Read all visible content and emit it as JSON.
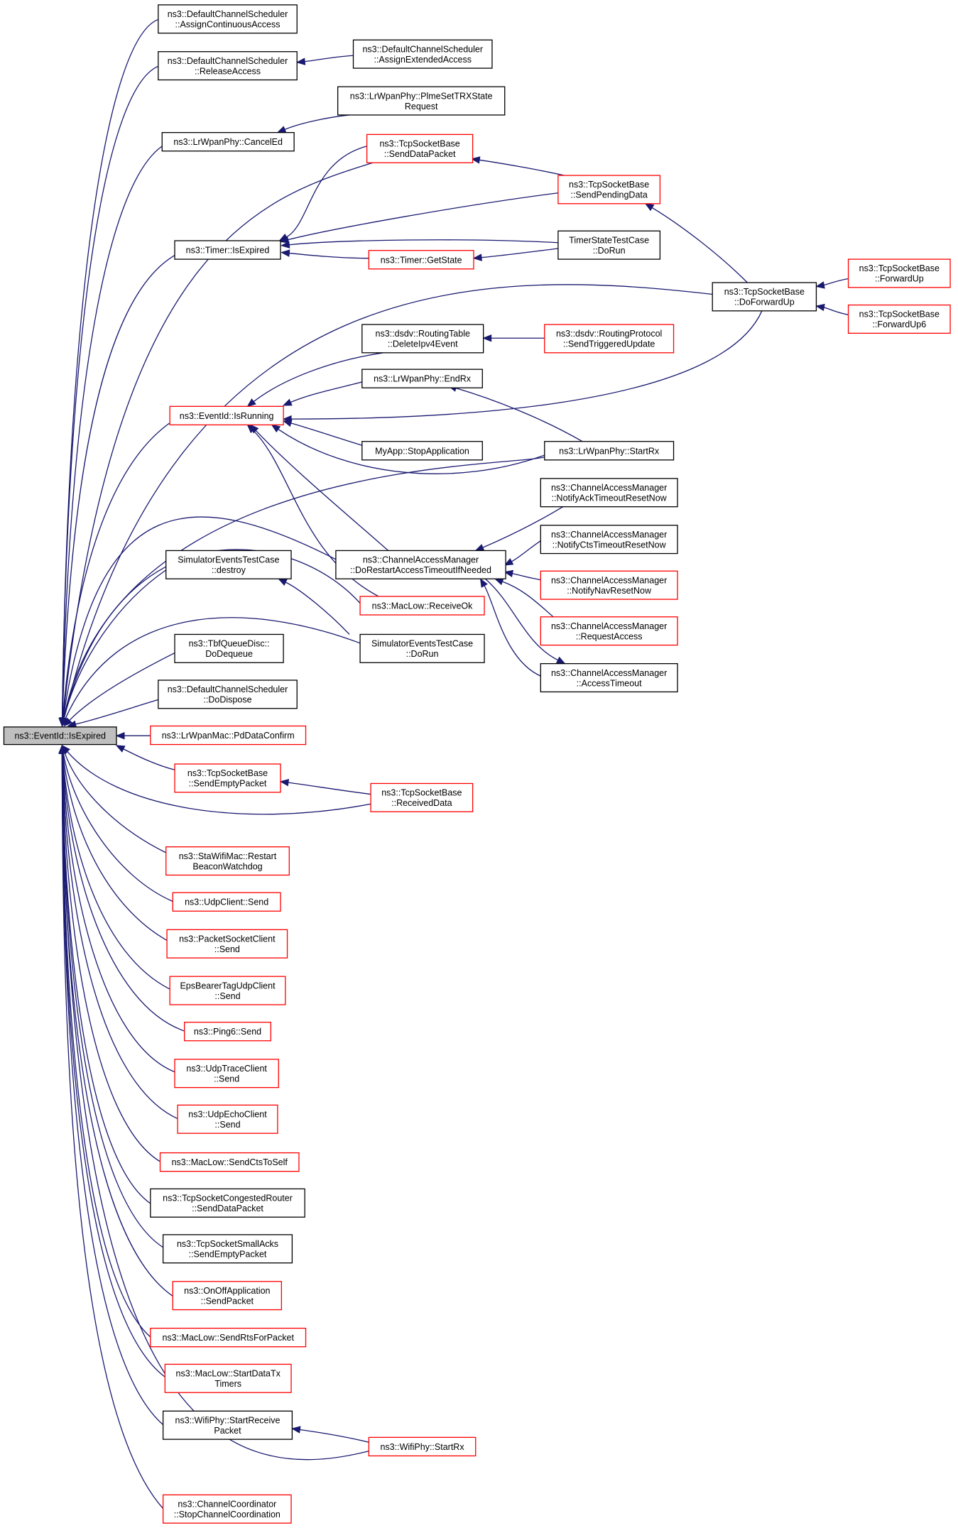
{
  "colors": {
    "edge": "#191970",
    "normal_border": "#000000",
    "truncated_border": "#ff0000",
    "focus_fill": "#bfbfbf",
    "background": "#ffffff"
  },
  "nodes": {
    "n_root": {
      "lines": [
        "ns3::EventId::IsExpired"
      ],
      "style": "focus"
    },
    "n_dcs_assigncont": {
      "lines": [
        "ns3::DefaultChannelScheduler",
        "::AssignContinuousAccess"
      ],
      "style": "normal"
    },
    "n_dcs_release": {
      "lines": [
        "ns3::DefaultChannelScheduler",
        "::ReleaseAccess"
      ],
      "style": "normal"
    },
    "n_dcs_assignext": {
      "lines": [
        "ns3::DefaultChannelScheduler",
        "::AssignExtendedAccess"
      ],
      "style": "normal"
    },
    "n_lrphy_plme": {
      "lines": [
        "ns3::LrWpanPhy::PlmeSetTRXState",
        "Request"
      ],
      "style": "normal"
    },
    "n_lrphy_cancel": {
      "lines": [
        "ns3::LrWpanPhy::CancelEd"
      ],
      "style": "normal"
    },
    "n_tcp_senddata": {
      "lines": [
        "ns3::TcpSocketBase",
        "::SendDataPacket"
      ],
      "style": "truncated"
    },
    "n_tcp_sendpending": {
      "lines": [
        "ns3::TcpSocketBase",
        "::SendPendingData"
      ],
      "style": "truncated"
    },
    "n_timer_isexpired": {
      "lines": [
        "ns3::Timer::IsExpired"
      ],
      "style": "normal"
    },
    "n_timerstate_dorun": {
      "lines": [
        "TimerStateTestCase",
        "::DoRun"
      ],
      "style": "normal"
    },
    "n_timer_getstate": {
      "lines": [
        "ns3::Timer::GetState"
      ],
      "style": "truncated"
    },
    "n_tcp_doforward": {
      "lines": [
        "ns3::TcpSocketBase",
        "::DoForwardUp"
      ],
      "style": "normal"
    },
    "n_tcp_forwardup": {
      "lines": [
        "ns3::TcpSocketBase",
        "::ForwardUp"
      ],
      "style": "truncated"
    },
    "n_tcp_forwardup6": {
      "lines": [
        "ns3::TcpSocketBase",
        "::ForwardUp6"
      ],
      "style": "truncated"
    },
    "n_dsdv_delete": {
      "lines": [
        "ns3::dsdv::RoutingTable",
        "::DeleteIpv4Event"
      ],
      "style": "normal"
    },
    "n_dsdv_sendtrig": {
      "lines": [
        "ns3::dsdv::RoutingProtocol",
        "::SendTriggeredUpdate"
      ],
      "style": "truncated"
    },
    "n_lrphy_endrx": {
      "lines": [
        "ns3::LrWpanPhy::EndRx"
      ],
      "style": "normal"
    },
    "n_eventid_isrunning": {
      "lines": [
        "ns3::EventId::IsRunning"
      ],
      "style": "truncated"
    },
    "n_myapp_stop": {
      "lines": [
        "MyApp::StopApplication"
      ],
      "style": "normal"
    },
    "n_lrphy_startrx": {
      "lines": [
        "ns3::LrWpanPhy::StartRx"
      ],
      "style": "normal"
    },
    "n_cam_ackreset": {
      "lines": [
        "ns3::ChannelAccessManager",
        "::NotifyAckTimeoutResetNow"
      ],
      "style": "normal"
    },
    "n_cam_ctsreset": {
      "lines": [
        "ns3::ChannelAccessManager",
        "::NotifyCtsTimeoutResetNow"
      ],
      "style": "normal"
    },
    "n_cam_dorestart": {
      "lines": [
        "ns3::ChannelAccessManager",
        "::DoRestartAccessTimeoutIfNeeded"
      ],
      "style": "normal"
    },
    "n_cam_navreset": {
      "lines": [
        "ns3::ChannelAccessManager",
        "::NotifyNavResetNow"
      ],
      "style": "truncated"
    },
    "n_simev_destroy": {
      "lines": [
        "SimulatorEventsTestCase",
        "::destroy"
      ],
      "style": "normal"
    },
    "n_maclow_recvok": {
      "lines": [
        "ns3::MacLow::ReceiveOk"
      ],
      "style": "truncated"
    },
    "n_cam_reqaccess": {
      "lines": [
        "ns3::ChannelAccessManager",
        "::RequestAccess"
      ],
      "style": "truncated"
    },
    "n_tbf_dequeue": {
      "lines": [
        "ns3::TbfQueueDisc::",
        "DoDequeue"
      ],
      "style": "normal"
    },
    "n_simev_dorun": {
      "lines": [
        "SimulatorEventsTestCase",
        "::DoRun"
      ],
      "style": "normal"
    },
    "n_cam_acctimeout": {
      "lines": [
        "ns3::ChannelAccessManager",
        "::AccessTimeout"
      ],
      "style": "normal"
    },
    "n_dcs_dispose": {
      "lines": [
        "ns3::DefaultChannelScheduler",
        "::DoDispose"
      ],
      "style": "normal"
    },
    "n_lrmac_pdconf": {
      "lines": [
        "ns3::LrWpanMac::PdDataConfirm"
      ],
      "style": "truncated"
    },
    "n_tcp_sendempty": {
      "lines": [
        "ns3::TcpSocketBase",
        "::SendEmptyPacket"
      ],
      "style": "truncated"
    },
    "n_tcp_received": {
      "lines": [
        "ns3::TcpSocketBase",
        "::ReceivedData"
      ],
      "style": "truncated"
    },
    "n_stawifi_restart": {
      "lines": [
        "ns3::StaWifiMac::Restart",
        "BeaconWatchdog"
      ],
      "style": "truncated"
    },
    "n_udpclient_send": {
      "lines": [
        "ns3::UdpClient::Send"
      ],
      "style": "truncated"
    },
    "n_pktsock_send": {
      "lines": [
        "ns3::PacketSocketClient",
        "::Send"
      ],
      "style": "truncated"
    },
    "n_eps_send": {
      "lines": [
        "EpsBearerTagUdpClient",
        "::Send"
      ],
      "style": "truncated"
    },
    "n_ping6_send": {
      "lines": [
        "ns3::Ping6::Send"
      ],
      "style": "truncated"
    },
    "n_udptrace_send": {
      "lines": [
        "ns3::UdpTraceClient",
        "::Send"
      ],
      "style": "truncated"
    },
    "n_udpecho_send": {
      "lines": [
        "ns3::UdpEchoClient",
        "::Send"
      ],
      "style": "truncated"
    },
    "n_maclow_ctsself": {
      "lines": [
        "ns3::MacLow::SendCtsToSelf"
      ],
      "style": "truncated"
    },
    "n_tcpcong_send": {
      "lines": [
        "ns3::TcpSocketCongestedRouter",
        "::SendDataPacket"
      ],
      "style": "normal"
    },
    "n_tcpsmall_send": {
      "lines": [
        "ns3::TcpSocketSmallAcks",
        "::SendEmptyPacket"
      ],
      "style": "normal"
    },
    "n_onoff_send": {
      "lines": [
        "ns3::OnOffApplication",
        "::SendPacket"
      ],
      "style": "truncated"
    },
    "n_maclow_rts": {
      "lines": [
        "ns3::MacLow::SendRtsForPacket"
      ],
      "style": "truncated"
    },
    "n_maclow_datatx": {
      "lines": [
        "ns3::MacLow::StartDataTx",
        "Timers"
      ],
      "style": "truncated"
    },
    "n_wifiphy_startrecv": {
      "lines": [
        "ns3::WifiPhy::StartReceive",
        "Packet"
      ],
      "style": "normal"
    },
    "n_wifiphy_startrx": {
      "lines": [
        "ns3::WifiPhy::StartRx"
      ],
      "style": "truncated"
    },
    "n_chcoord_stop": {
      "lines": [
        "ns3::ChannelCoordinator",
        "::StopChannelCoordination"
      ],
      "style": "truncated"
    }
  },
  "edges": [
    [
      "n_dcs_assigncont",
      "n_root"
    ],
    [
      "n_dcs_release",
      "n_root"
    ],
    [
      "n_dcs_assignext",
      "n_dcs_release"
    ],
    [
      "n_lrphy_plme",
      "n_lrphy_cancel"
    ],
    [
      "n_lrphy_cancel",
      "n_root"
    ],
    [
      "n_tcp_senddata",
      "n_root"
    ],
    [
      "n_tcp_senddata",
      "n_timer_isexpired"
    ],
    [
      "n_tcp_sendpending",
      "n_tcp_senddata"
    ],
    [
      "n_tcp_sendpending",
      "n_timer_isexpired"
    ],
    [
      "n_timerstate_dorun",
      "n_timer_isexpired"
    ],
    [
      "n_timerstate_dorun",
      "n_timer_getstate"
    ],
    [
      "n_timer_getstate",
      "n_timer_isexpired"
    ],
    [
      "n_timer_isexpired",
      "n_root"
    ],
    [
      "n_tcp_doforward",
      "n_tcp_sendpending"
    ],
    [
      "n_tcp_doforward",
      "n_root"
    ],
    [
      "n_tcp_doforward",
      "n_eventid_isrunning"
    ],
    [
      "n_tcp_forwardup",
      "n_tcp_doforward"
    ],
    [
      "n_tcp_forwardup6",
      "n_tcp_doforward"
    ],
    [
      "n_dsdv_sendtrig",
      "n_dsdv_delete"
    ],
    [
      "n_dsdv_delete",
      "n_eventid_isrunning"
    ],
    [
      "n_lrphy_endrx",
      "n_eventid_isrunning"
    ],
    [
      "n_lrphy_startrx",
      "n_lrphy_endrx"
    ],
    [
      "n_lrphy_startrx",
      "n_eventid_isrunning"
    ],
    [
      "n_lrphy_startrx",
      "n_root"
    ],
    [
      "n_myapp_stop",
      "n_eventid_isrunning"
    ],
    [
      "n_eventid_isrunning",
      "n_root"
    ],
    [
      "n_cam_dorestart",
      "n_eventid_isrunning"
    ],
    [
      "n_cam_dorestart",
      "n_root"
    ],
    [
      "n_maclow_recvok",
      "n_eventid_isrunning"
    ],
    [
      "n_maclow_recvok",
      "n_root"
    ],
    [
      "n_cam_ackreset",
      "n_cam_dorestart"
    ],
    [
      "n_cam_ctsreset",
      "n_cam_dorestart"
    ],
    [
      "n_cam_navreset",
      "n_cam_dorestart"
    ],
    [
      "n_cam_reqaccess",
      "n_cam_dorestart"
    ],
    [
      "n_cam_acctimeout",
      "n_cam_dorestart"
    ],
    [
      "n_cam_dorestart",
      "n_cam_acctimeout"
    ],
    [
      "n_simev_dorun",
      "n_simev_destroy"
    ],
    [
      "n_simev_dorun",
      "n_root"
    ],
    [
      "n_simev_destroy",
      "n_root"
    ],
    [
      "n_tbf_dequeue",
      "n_root"
    ],
    [
      "n_dcs_dispose",
      "n_root"
    ],
    [
      "n_lrmac_pdconf",
      "n_root"
    ],
    [
      "n_tcp_sendempty",
      "n_root"
    ],
    [
      "n_tcp_received",
      "n_tcp_sendempty"
    ],
    [
      "n_tcp_received",
      "n_root"
    ],
    [
      "n_stawifi_restart",
      "n_root"
    ],
    [
      "n_udpclient_send",
      "n_root"
    ],
    [
      "n_pktsock_send",
      "n_root"
    ],
    [
      "n_eps_send",
      "n_root"
    ],
    [
      "n_ping6_send",
      "n_root"
    ],
    [
      "n_udptrace_send",
      "n_root"
    ],
    [
      "n_udpecho_send",
      "n_root"
    ],
    [
      "n_maclow_ctsself",
      "n_root"
    ],
    [
      "n_tcpcong_send",
      "n_root"
    ],
    [
      "n_tcpsmall_send",
      "n_root"
    ],
    [
      "n_onoff_send",
      "n_root"
    ],
    [
      "n_maclow_rts",
      "n_root"
    ],
    [
      "n_maclow_datatx",
      "n_root"
    ],
    [
      "n_wifiphy_startrecv",
      "n_root"
    ],
    [
      "n_wifiphy_startrx",
      "n_wifiphy_startrecv"
    ],
    [
      "n_wifiphy_startrx",
      "n_root"
    ],
    [
      "n_chcoord_stop",
      "n_root"
    ]
  ]
}
